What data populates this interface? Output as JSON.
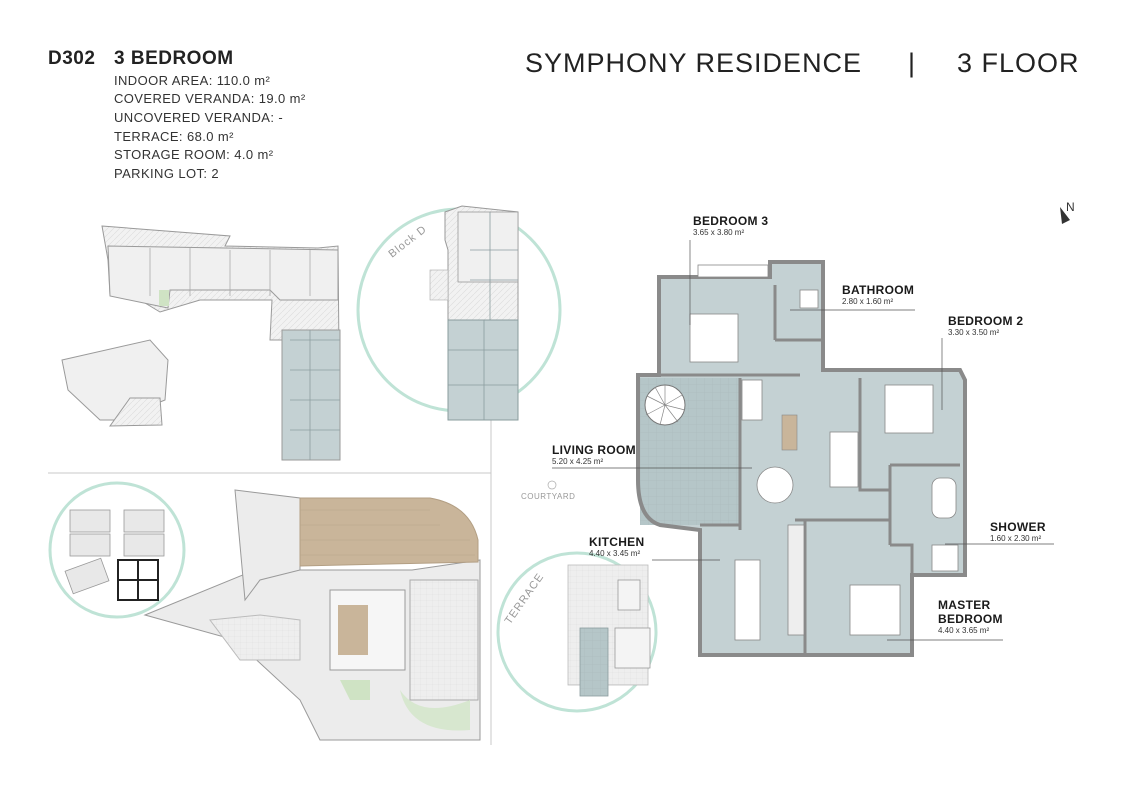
{
  "unit": {
    "code": "D302",
    "type": "3 BEDROOM",
    "specs": [
      "INDOOR AREA: 110.0 m²",
      "COVERED VERANDA: 19.0 m²",
      "UNCOVERED VERANDA: -",
      "TERRACE: 68.0 m²",
      "STORAGE ROOM: 4.0 m²",
      "PARKING LOT: 2"
    ]
  },
  "header": {
    "project": "SYMPHONY RESIDENCE",
    "separator": "|",
    "floor": "3 FLOOR"
  },
  "compass": {
    "label": "N"
  },
  "site_labels": {
    "block": "Block D",
    "courtyard": "COURTYARD",
    "terrace": "TERRACE"
  },
  "rooms": [
    {
      "name": "BEDROOM 3",
      "dims": "3.65 x 3.80 m²"
    },
    {
      "name": "BATHROOM",
      "dims": "2.80 x 1.60 m²"
    },
    {
      "name": "BEDROOM 2",
      "dims": "3.30 x 3.50 m²"
    },
    {
      "name": "LIVING ROOM",
      "dims": "5.20 x 4.25 m²"
    },
    {
      "name": "SHOWER",
      "dims": "1.60 x 2.30 m²"
    },
    {
      "name": "KITCHEN",
      "dims": "4.40 x 3.45 m²"
    },
    {
      "name": "MASTER BEDROOM",
      "dims": "4.40 x 3.65 m²"
    }
  ],
  "colors": {
    "highlight": "#c4d1d3",
    "circle": "#bfe3d6",
    "walls": "#8a8a8a",
    "terrain": "#c9b59a"
  }
}
